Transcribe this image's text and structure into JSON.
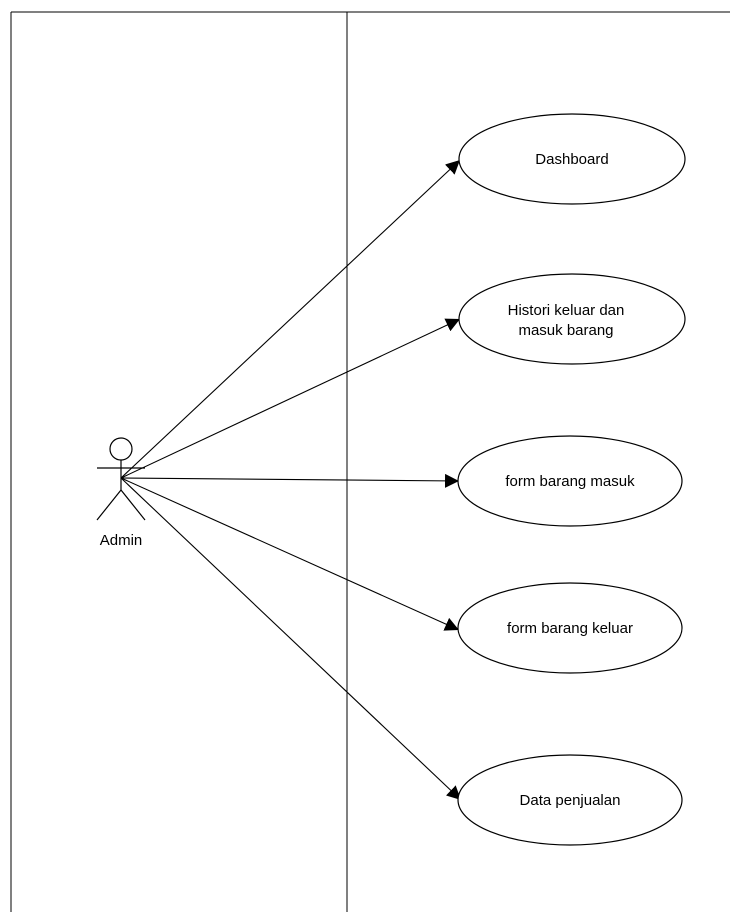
{
  "actor": {
    "name": "Admin"
  },
  "use_cases": [
    {
      "id": "dashboard",
      "lines": [
        "Dashboard"
      ]
    },
    {
      "id": "histori",
      "lines": [
        "Histori keluar dan",
        "masuk barang"
      ]
    },
    {
      "id": "form-masuk",
      "lines": [
        "form barang masuk"
      ]
    },
    {
      "id": "form-keluar",
      "lines": [
        "form barang keluar"
      ]
    },
    {
      "id": "data-penjualan",
      "lines": [
        "Data penjualan"
      ]
    }
  ],
  "colors": {
    "line": "#000000",
    "background": "#ffffff"
  }
}
